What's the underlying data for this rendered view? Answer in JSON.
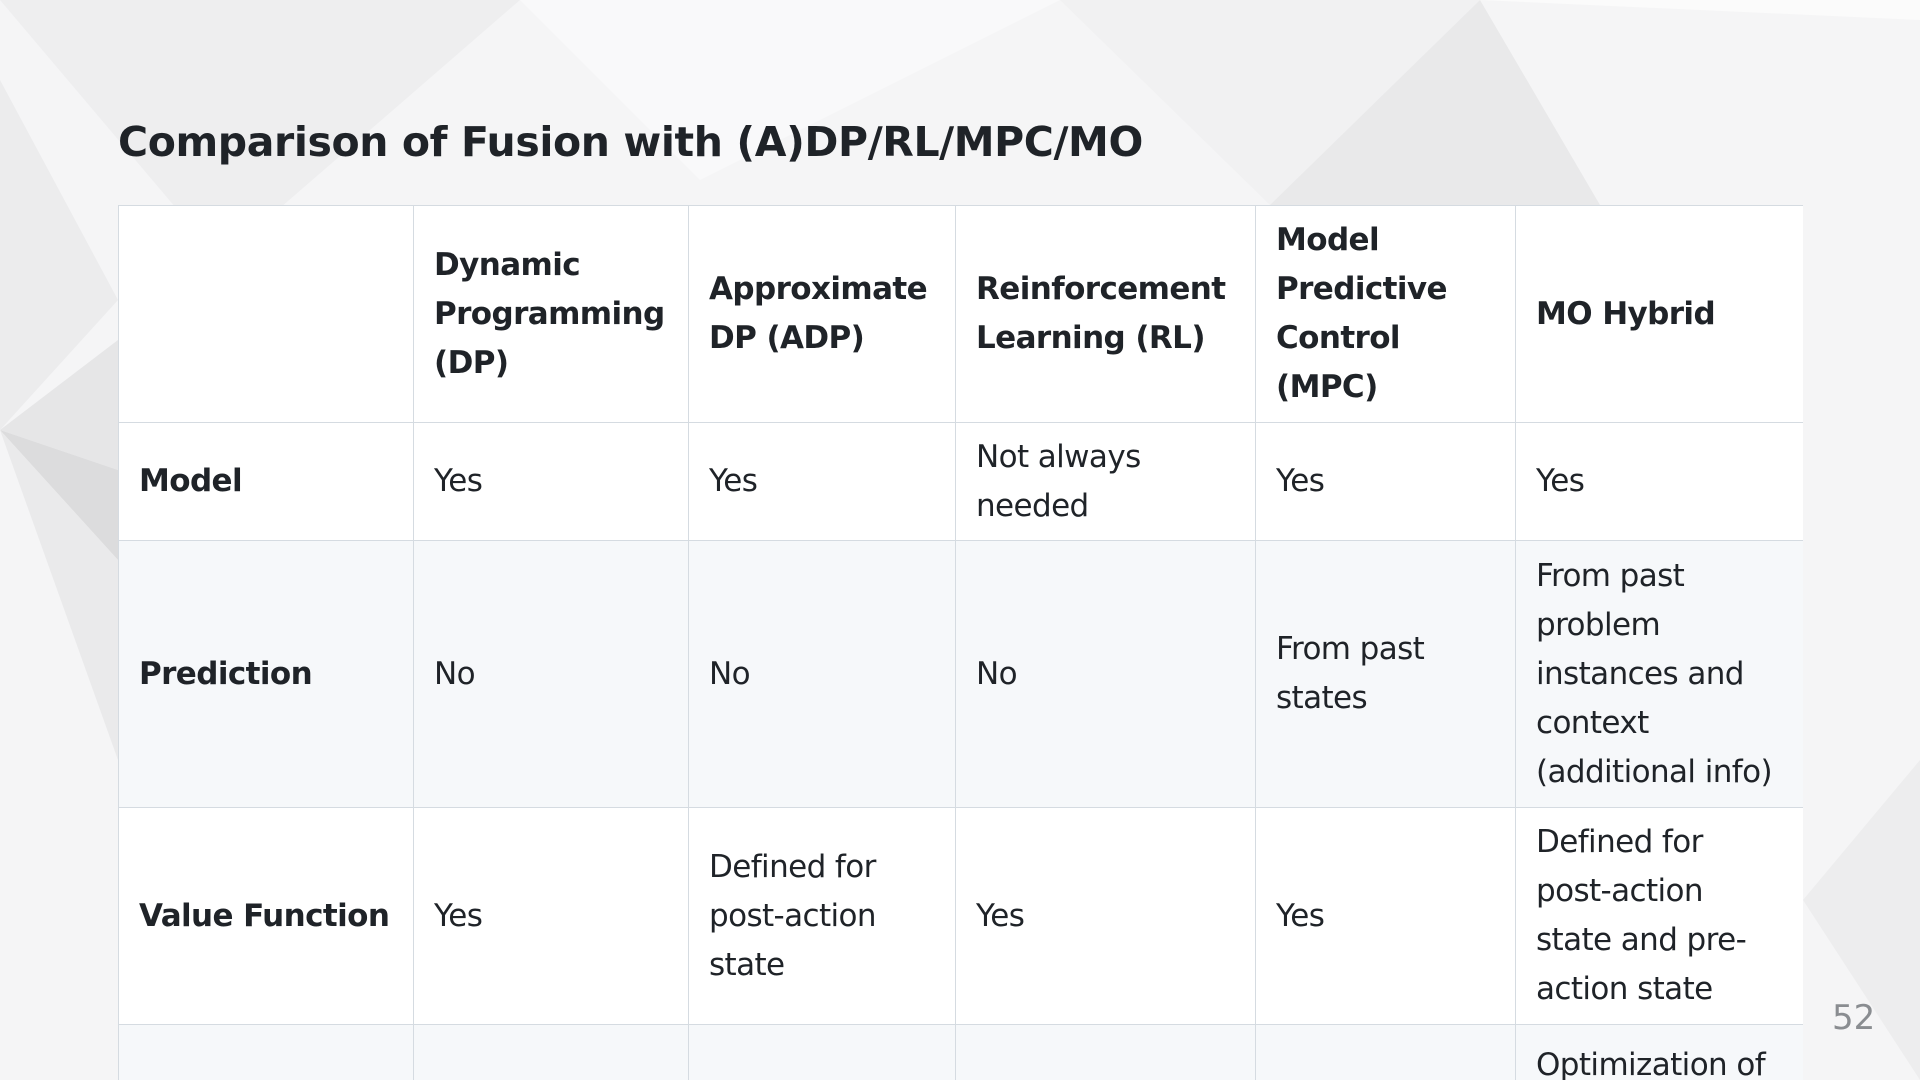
{
  "slide": {
    "title": "Comparison of Fusion with (A)DP/RL/MPC/MO",
    "page_number": "52"
  },
  "table": {
    "columns": [
      "",
      "Dynamic Programming (DP)",
      "Approximate DP (ADP)",
      "Reinforcement Learning (RL)",
      "Model Predictive Control (MPC)",
      "MO Hybrid"
    ],
    "rows": [
      {
        "label": "Model",
        "cells": [
          "Yes",
          "Yes",
          "Not always needed",
          "Yes",
          "Yes"
        ]
      },
      {
        "label": "Prediction",
        "cells": [
          "No",
          "No",
          "No",
          "From past states",
          "From past problem instances and context (additional info)"
        ]
      },
      {
        "label": "Value Function",
        "cells": [
          "Yes",
          "Defined for post-action state",
          "Yes",
          "Yes",
          "Defined for post-action state and pre-action state"
        ]
      },
      {
        "label": "",
        "cells": [
          "",
          "",
          "",
          "",
          "Optimization of"
        ]
      }
    ]
  }
}
